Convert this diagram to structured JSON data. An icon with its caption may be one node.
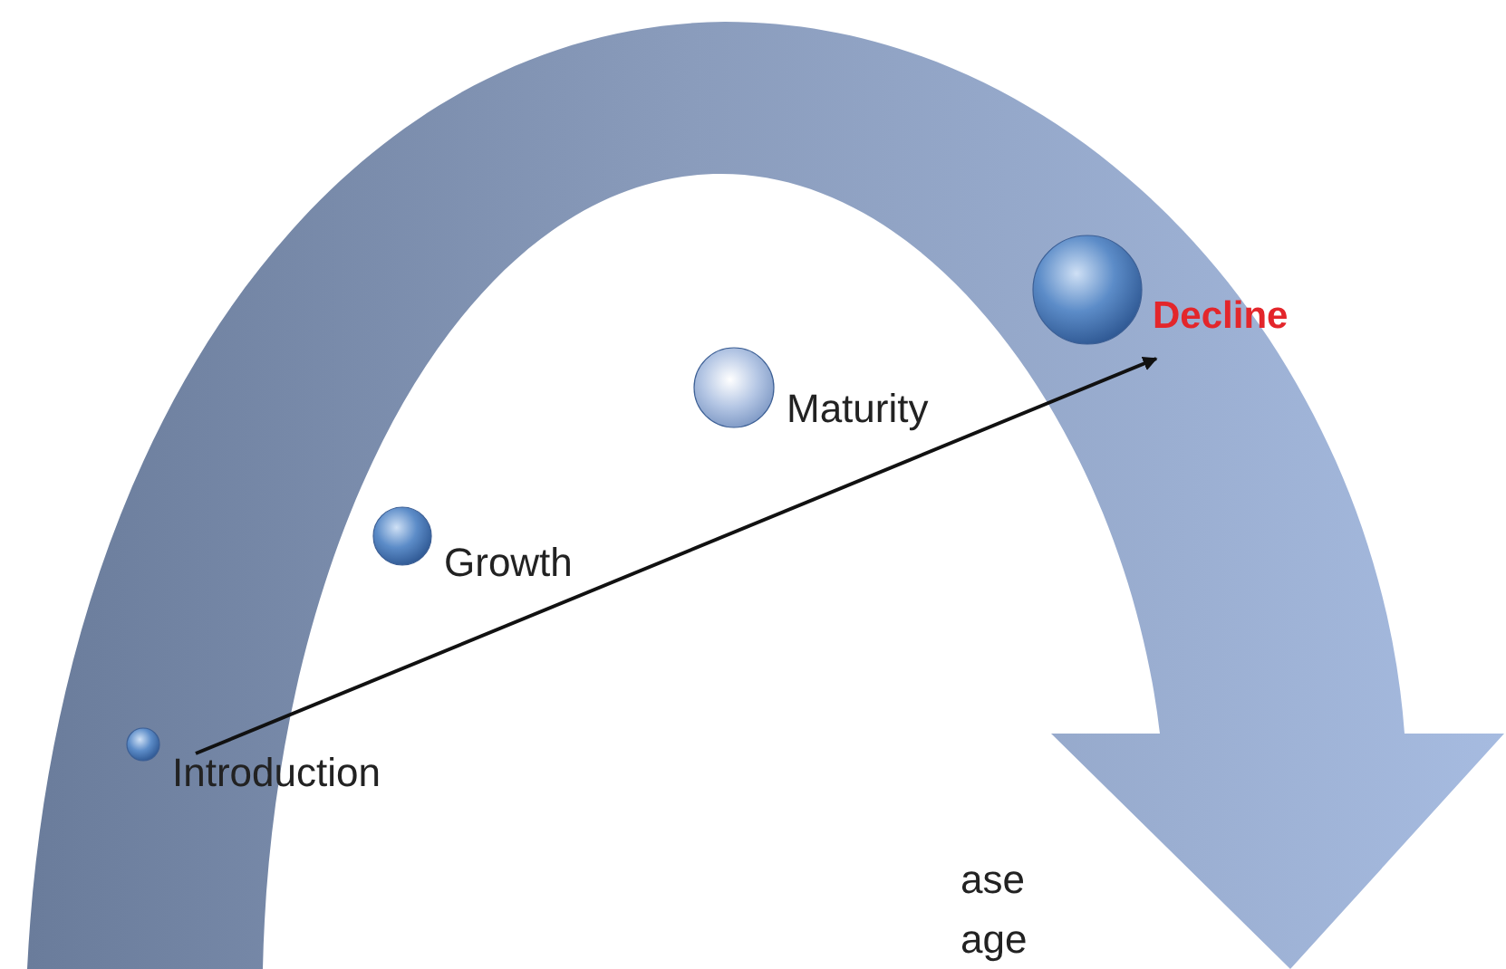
{
  "diagram": {
    "nodes": [
      {
        "text": [
          "Introduction"
        ]
      },
      {
        "text": [
          "Growth"
        ]
      },
      {
        "text": [
          "Maturity"
        ]
      },
      {
        "text": [
          "Decline"
        ]
      }
    ],
    "edges": [
      {
        "from": 0,
        "to": 3,
        "arrow": "to"
      }
    ],
    "labels": [
      "ase",
      "age"
    ]
  }
}
